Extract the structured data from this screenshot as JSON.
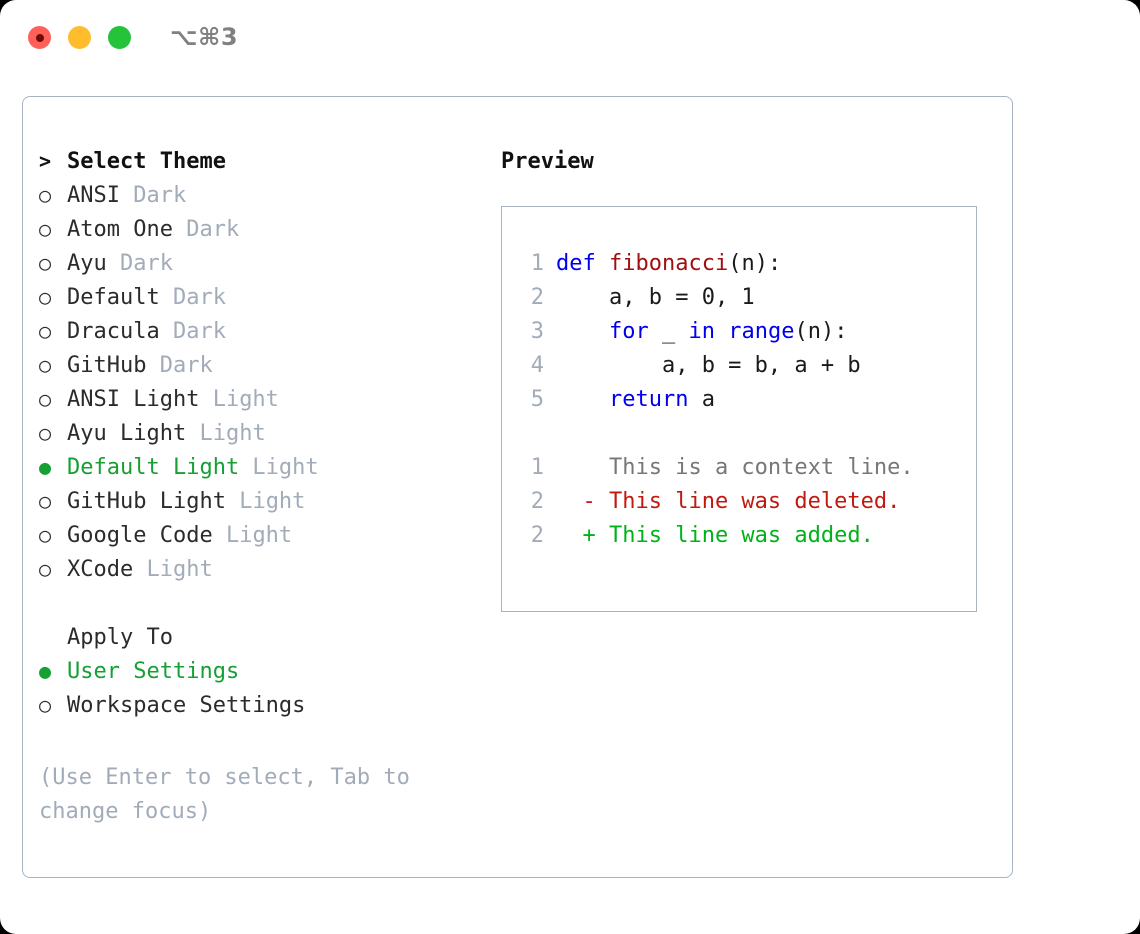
{
  "window": {
    "traffic_lights": [
      "close",
      "minimize",
      "zoom"
    ],
    "shortcut": "⌥⌘3"
  },
  "theme_picker": {
    "header_marker": ">",
    "header": "Select Theme",
    "items": [
      {
        "marker": "○",
        "selected": false,
        "name": "ANSI",
        "category": "Dark"
      },
      {
        "marker": "○",
        "selected": false,
        "name": "Atom One",
        "category": "Dark"
      },
      {
        "marker": "○",
        "selected": false,
        "name": "Ayu",
        "category": "Dark"
      },
      {
        "marker": "○",
        "selected": false,
        "name": "Default",
        "category": "Dark"
      },
      {
        "marker": "○",
        "selected": false,
        "name": "Dracula",
        "category": "Dark"
      },
      {
        "marker": "○",
        "selected": false,
        "name": "GitHub",
        "category": "Dark"
      },
      {
        "marker": "○",
        "selected": false,
        "name": "ANSI Light",
        "category": "Light"
      },
      {
        "marker": "○",
        "selected": false,
        "name": "Ayu Light",
        "category": "Light"
      },
      {
        "marker": "●",
        "selected": true,
        "name": "Default Light",
        "category": "Light"
      },
      {
        "marker": "○",
        "selected": false,
        "name": "GitHub Light",
        "category": "Light"
      },
      {
        "marker": "○",
        "selected": false,
        "name": "Google Code",
        "category": "Light"
      },
      {
        "marker": "○",
        "selected": false,
        "name": "XCode",
        "category": "Light"
      }
    ]
  },
  "apply_to": {
    "header": "Apply To",
    "items": [
      {
        "marker": "●",
        "selected": true,
        "name": "User Settings"
      },
      {
        "marker": "○",
        "selected": false,
        "name": "Workspace Settings"
      }
    ]
  },
  "hint": "(Use Enter to select, Tab to change focus)",
  "preview": {
    "title": "Preview",
    "code_lines": [
      {
        "no": "1",
        "tokens": [
          {
            "text": "def ",
            "style": "kw"
          },
          {
            "text": "fibonacci",
            "style": "fn"
          },
          {
            "text": "(n):",
            "style": "plain"
          }
        ]
      },
      {
        "no": "2",
        "tokens": [
          {
            "text": "    a, b = 0, 1",
            "style": "plain"
          }
        ]
      },
      {
        "no": "3",
        "tokens": [
          {
            "text": "    ",
            "style": "plain"
          },
          {
            "text": "for",
            "style": "kw"
          },
          {
            "text": " _ ",
            "style": "plain"
          },
          {
            "text": "in range",
            "style": "kw"
          },
          {
            "text": "(n):",
            "style": "plain"
          }
        ]
      },
      {
        "no": "4",
        "tokens": [
          {
            "text": "        a, b = b, a + b",
            "style": "plain"
          }
        ]
      },
      {
        "no": "5",
        "tokens": [
          {
            "text": "    ",
            "style": "plain"
          },
          {
            "text": "return",
            "style": "kw"
          },
          {
            "text": " a",
            "style": "plain"
          }
        ]
      }
    ],
    "diff_lines": [
      {
        "no": "1",
        "marker": " ",
        "text": "This is a context line.",
        "style": "ctx"
      },
      {
        "no": "2",
        "marker": "-",
        "text": "This line was deleted.",
        "style": "del"
      },
      {
        "no": "2",
        "marker": "+",
        "text": "This line was added.",
        "style": "add"
      }
    ]
  },
  "colors": {
    "selected_green": "#16a034",
    "dim_gray": "#a2acb9",
    "keyword_blue": "#0000ee",
    "function_red": "#a01010",
    "diff_delete": "#c01a10",
    "diff_add": "#00b21a",
    "border": "#a9b4c2"
  }
}
